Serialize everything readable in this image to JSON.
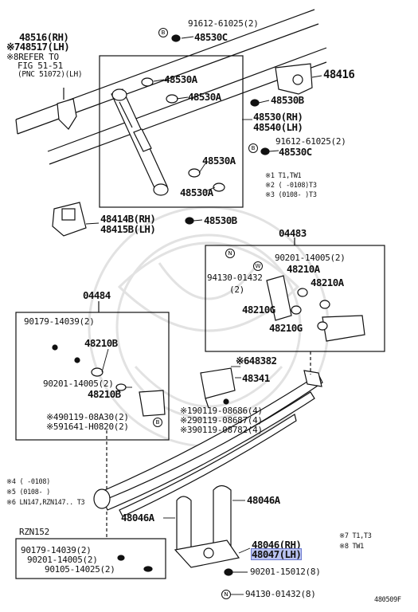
{
  "colors": {
    "line": "#111111",
    "highlight": "#b9c2f0",
    "watermark": "#e2e2e2"
  },
  "labels": {
    "p48516": "48516(RH)",
    "p48517": "※748517(LH)",
    "refer1": "※8REFER TO",
    "refer2": "FIG 51-51",
    "refer3": "(PNC 51072)(LH)",
    "p91612_top": "91612-61025(2)",
    "p48530C_top": "48530C",
    "p48416": "48416",
    "p48530A_1": "48530A",
    "p48530A_2": "48530A",
    "p48530B_1": "48530B",
    "p48530RH": "48530(RH)",
    "p48540LH": "48540(LH)",
    "p91612_mid": "91612-61025(2)",
    "p48530C_mid": "48530C",
    "p48530A_3": "48530A",
    "p48530A_4": "48530A",
    "note1": "※1 T1,TW1",
    "note2": "※2 (   -0108)T3",
    "note3": "※3 (0108-    )T3",
    "p48414": "48414B(RH)",
    "p48415": "48415B(LH)",
    "p48530B_2": "48530B",
    "kit04483": "04483",
    "p90201_a": "90201-14005(2)",
    "p94130_a": "94130-01432",
    "p94130_a_qty": "(2)",
    "p48210A_1": "48210A",
    "p48210A_2": "48210A",
    "p48210G_1": "48210G",
    "p48210G_2": "48210G",
    "kit04484": "04484",
    "p90179_a": "90179-14039(2)",
    "p48210B_1": "48210B",
    "p90201_b": "90201-14005(2)",
    "p48210B_2": "48210B",
    "p90119_08A30": "※490119-08A30(2)",
    "p91641": "※591641-H0820(2)",
    "p48382": "※648382",
    "p48341": "48341",
    "p90119_08686": "※190119-08686(4)",
    "p90119_08687": "※290119-08687(4)",
    "p90119_08782": "※390119-08782(4)",
    "note4": "※4 (   -0108)",
    "note5": "※5 (0108-    )",
    "note6": "※6 LN147,RZN147.. T3",
    "p48046A_1": "48046A",
    "p48046A_2": "48046A",
    "rzn152": "RZN152",
    "p90179_b": "90179-14039(2)",
    "p90201_c": "90201-14005(2)",
    "p90105": "90105-14025(2)",
    "p48046RH": "48046(RH)",
    "p48047LH": "48047(LH)",
    "note7": "※7 T1,T3",
    "note8": "※8 TW1",
    "p90201_d": "90201-15012(8)",
    "p94130_b": "94130-01432(8)",
    "fig": "480509F",
    "mark_b": "B",
    "mark_n": "N",
    "mark_w": "W"
  }
}
